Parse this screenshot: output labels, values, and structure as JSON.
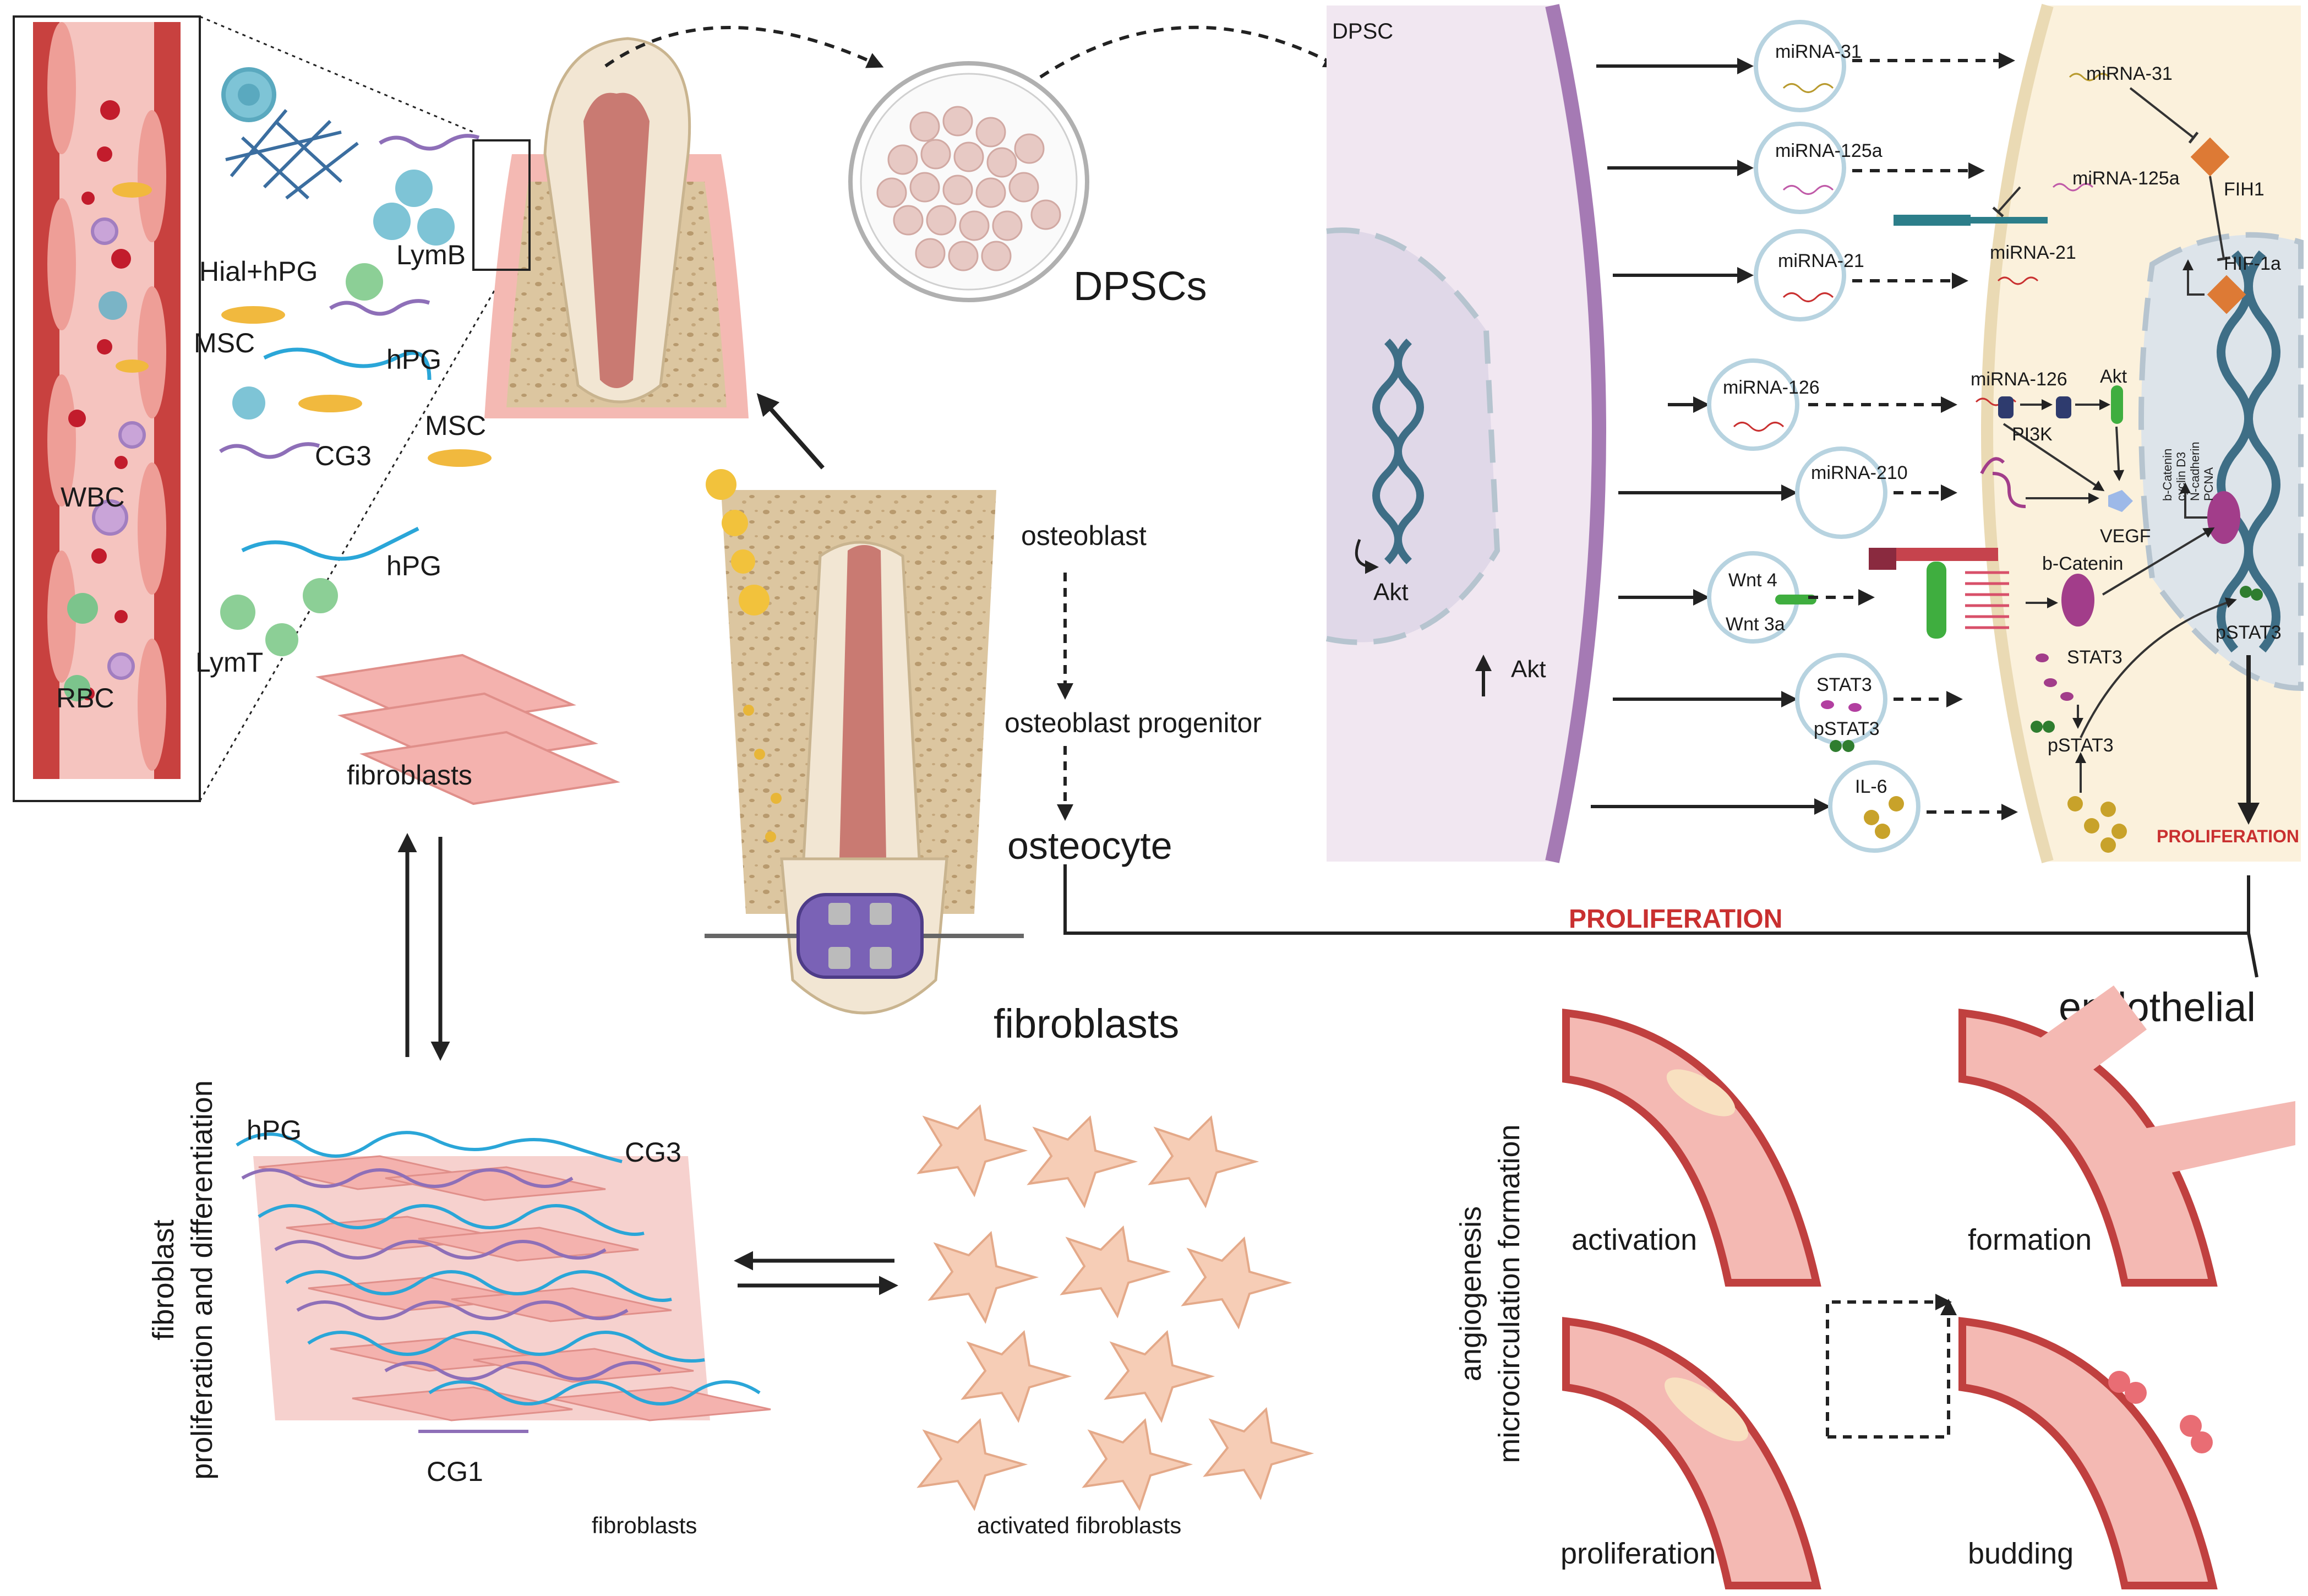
{
  "labels": {
    "vessel": {
      "hial_hpg": "Hial+hPG",
      "lymb": "LymB",
      "msc1": "MSC",
      "hpg1": "hPG",
      "cg3": "CG3",
      "msc2": "MSC",
      "wbc": "WBC",
      "hpg2": "hPG",
      "lymt": "LymT",
      "rbc": "RBC",
      "fibroblasts": "fibroblasts"
    },
    "dpscs": "DPSCs",
    "bone": {
      "osteoblast": "osteoblast",
      "progenitor": "osteoblast progenitor",
      "osteocyte": "osteocyte",
      "fibroblasts": "fibroblasts"
    },
    "cell": {
      "dpsc": "DPSC",
      "akt_in": "Akt",
      "akt_up": "Akt",
      "mir31": "miRNA-31",
      "mir125a": "miRNA-125a",
      "mir21": "miRNA-21",
      "mir126": "miRNA-126",
      "mir210": "miRNA-210",
      "wnt4": "Wnt 4",
      "wnt3a": "Wnt 3a",
      "stat3": "STAT3",
      "pstat3": "pSTAT3",
      "il6": "IL-6",
      "r_mir31": "miRNA-31",
      "r_mir125a": "miRNA-125a",
      "r_mir21": "miRNA-21",
      "r_fih1": "FIH1",
      "r_hif": "HIF-1a",
      "r_mir126": "miRNA-126",
      "r_akt": "Akt",
      "r_pi3k": "PI3K",
      "r_vegf": "VEGF",
      "r_bcatenin": "b-Catenin",
      "r_stat3": "STAT3",
      "r_pstat3": "pSTAT3",
      "r_pstat3b": "pSTAT3",
      "r_prolif": "PROLIFERATION",
      "genes": [
        "b-Catenin",
        "cyclin D3",
        "N-cadherin",
        "PCNA"
      ]
    },
    "proliferation": "PROLIFERATION",
    "endothelial": "endothelial",
    "fibro_bottom": {
      "side1": "fibroblast",
      "side2": "proliferation and differentiation",
      "hpg": "hPG",
      "cg3": "CG3",
      "cg1": "CG1",
      "fibroblasts": "fibroblasts",
      "activated": "activated fibroblasts"
    },
    "angio": {
      "side1": "angiogenesis",
      "side2": "microcirculation formation",
      "activation": "activation",
      "formation": "formation",
      "proliferation": "proliferation",
      "budding": "budding"
    }
  },
  "colors": {
    "vessel": "#e59a94",
    "vessel_dark": "#c0403f",
    "gingiva": "#f4b9b3",
    "bone": "#dcc6a0",
    "pulp": "#c97a72",
    "cell_bg": "#efe7f1",
    "membrane": "#a57ab4",
    "endo_bg": "#fbf1dc",
    "red": "#c93030",
    "dna": "#3e6e86",
    "magenta": "#a23d8a",
    "green": "#3fae3f",
    "fibro": "#f4b2ae",
    "act_fibro": "#f6cdb6",
    "blue_fiber": "#2aa6d8",
    "purple_fiber": "#8e6fb8"
  }
}
